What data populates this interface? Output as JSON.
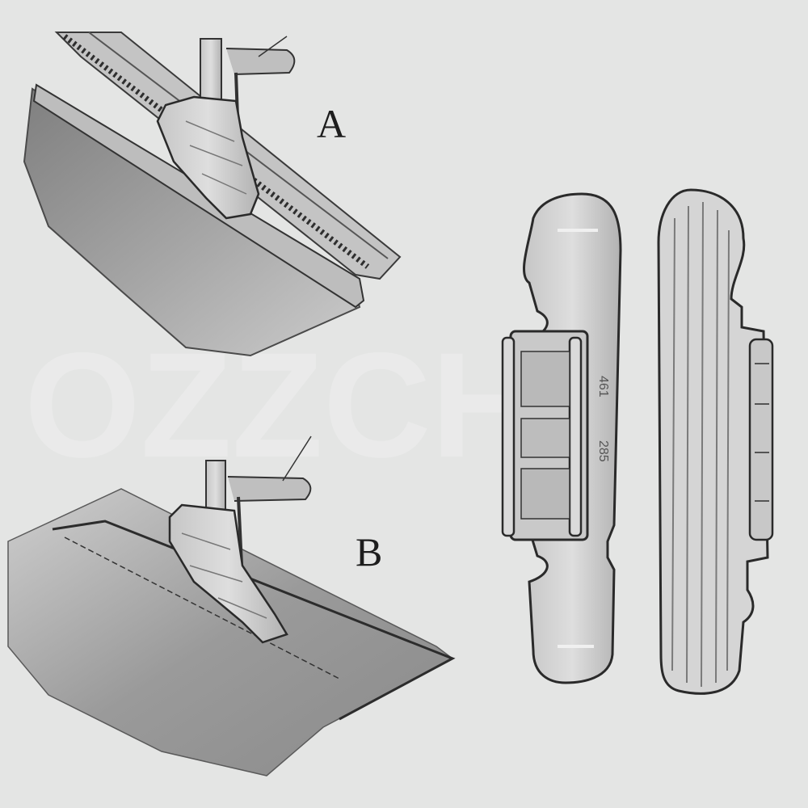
{
  "figure": {
    "labels": {
      "a": "A",
      "b": "B"
    },
    "foot_marking": {
      "line1": "461",
      "line2": "285"
    },
    "watermark": "OZZCH",
    "colors": {
      "background": "#e4e5e4",
      "ink": "#2a2a2a",
      "fabric_shade": "#9c9c9c",
      "metal": "#d3d3d3",
      "metal_shade": "#b4b4b4"
    }
  }
}
